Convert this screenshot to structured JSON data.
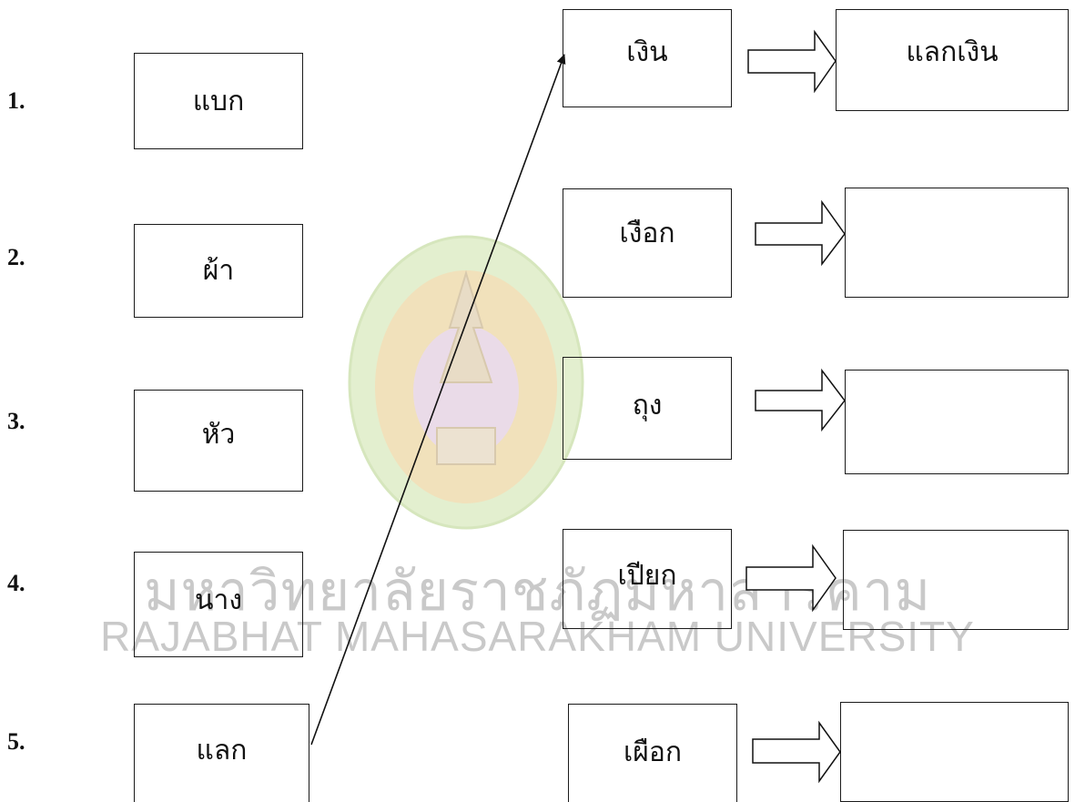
{
  "watermark": {
    "line_thai": "มหาวิทยาลัยราชภัฏมหาสารคาม",
    "line_english": "RAJABHAT MAHASARAKHAM UNIVERSITY",
    "seal_colors": {
      "outer": "#e3efcf",
      "rays": "#f1e1bb",
      "inner": "#eadbe8"
    }
  },
  "left_items": [
    {
      "number": "1.",
      "word": "แบก"
    },
    {
      "number": "2.",
      "word": "ผ้า"
    },
    {
      "number": "3.",
      "word": "หัว"
    },
    {
      "number": "4.",
      "word": "นาง"
    },
    {
      "number": "5.",
      "word": "แลก"
    }
  ],
  "right_items": [
    {
      "word": "เงิน",
      "answer": "แลกเงิน"
    },
    {
      "word": "เงือก",
      "answer": ""
    },
    {
      "word": "ถุง",
      "answer": ""
    },
    {
      "word": "เปียก",
      "answer": ""
    },
    {
      "word": "เผือก",
      "answer": ""
    }
  ],
  "example_connection": {
    "from_left": "แลก",
    "to_right": "เงิน"
  }
}
